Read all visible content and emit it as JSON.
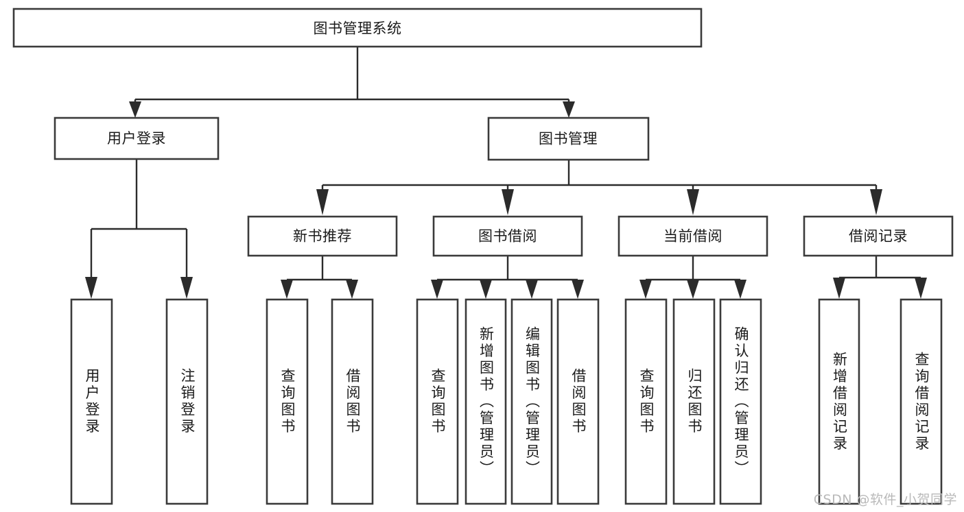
{
  "diagram": {
    "title": "图书管理系统",
    "type": "tree",
    "orientation": "top-down",
    "watermark": "CSDN @软件_小贺同学",
    "colors": {
      "background": "#ffffff",
      "box_stroke": "#3a3a3a",
      "box_fill": "#ffffff",
      "connector": "#2b2b2b",
      "text": "#1b1b1b",
      "watermark": "#b9b9b9"
    },
    "nodes": {
      "root": {
        "label": "图书管理系统",
        "level": 1,
        "text_direction": "horizontal"
      },
      "user_login": {
        "label": "用户登录",
        "level": 2,
        "text_direction": "horizontal"
      },
      "book_manage": {
        "label": "图书管理",
        "level": 2,
        "text_direction": "horizontal"
      },
      "new_book_rec": {
        "label": "新书推荐",
        "level": 3,
        "text_direction": "horizontal"
      },
      "book_borrow": {
        "label": "图书借阅",
        "level": 3,
        "text_direction": "horizontal"
      },
      "current_borrow": {
        "label": "当前借阅",
        "level": 3,
        "text_direction": "horizontal"
      },
      "borrow_record": {
        "label": "借阅记录",
        "level": 3,
        "text_direction": "horizontal"
      },
      "leaf_user_login": {
        "label": "用户登录",
        "level": 4,
        "text_direction": "vertical"
      },
      "leaf_logout": {
        "label": "注销登录",
        "level": 4,
        "text_direction": "vertical"
      },
      "leaf_query_book_1": {
        "label": "查询图书",
        "level": 4,
        "text_direction": "vertical"
      },
      "leaf_borrow_book_1": {
        "label": "借阅图书",
        "level": 4,
        "text_direction": "vertical"
      },
      "leaf_query_book_2": {
        "label": "查询图书",
        "level": 4,
        "text_direction": "vertical"
      },
      "leaf_add_book": {
        "label": "新增图书（管理员）",
        "level": 4,
        "text_direction": "vertical"
      },
      "leaf_edit_book": {
        "label": "编辑图书（管理员）",
        "level": 4,
        "text_direction": "vertical"
      },
      "leaf_borrow_book_2": {
        "label": "借阅图书",
        "level": 4,
        "text_direction": "vertical"
      },
      "leaf_query_book_3": {
        "label": "查询图书",
        "level": 4,
        "text_direction": "vertical"
      },
      "leaf_return_book": {
        "label": "归还图书",
        "level": 4,
        "text_direction": "vertical"
      },
      "leaf_confirm_return": {
        "label": "确认归还（管理员）",
        "level": 4,
        "text_direction": "vertical"
      },
      "leaf_add_record": {
        "label": "新增借阅记录",
        "level": 4,
        "text_direction": "vertical"
      },
      "leaf_query_record": {
        "label": "查询借阅记录",
        "level": 4,
        "text_direction": "vertical"
      }
    },
    "edges": [
      {
        "from": "root",
        "to": "user_login"
      },
      {
        "from": "root",
        "to": "book_manage"
      },
      {
        "from": "book_manage",
        "to": "new_book_rec"
      },
      {
        "from": "book_manage",
        "to": "book_borrow"
      },
      {
        "from": "book_manage",
        "to": "current_borrow"
      },
      {
        "from": "book_manage",
        "to": "borrow_record"
      },
      {
        "from": "user_login",
        "to": "leaf_user_login"
      },
      {
        "from": "user_login",
        "to": "leaf_logout"
      },
      {
        "from": "new_book_rec",
        "to": "leaf_query_book_1"
      },
      {
        "from": "new_book_rec",
        "to": "leaf_borrow_book_1"
      },
      {
        "from": "book_borrow",
        "to": "leaf_query_book_2"
      },
      {
        "from": "book_borrow",
        "to": "leaf_add_book"
      },
      {
        "from": "book_borrow",
        "to": "leaf_edit_book"
      },
      {
        "from": "book_borrow",
        "to": "leaf_borrow_book_2"
      },
      {
        "from": "current_borrow",
        "to": "leaf_query_book_3"
      },
      {
        "from": "current_borrow",
        "to": "leaf_return_book"
      },
      {
        "from": "current_borrow",
        "to": "leaf_confirm_return"
      },
      {
        "from": "borrow_record",
        "to": "leaf_add_record"
      },
      {
        "from": "borrow_record",
        "to": "leaf_query_record"
      }
    ]
  }
}
